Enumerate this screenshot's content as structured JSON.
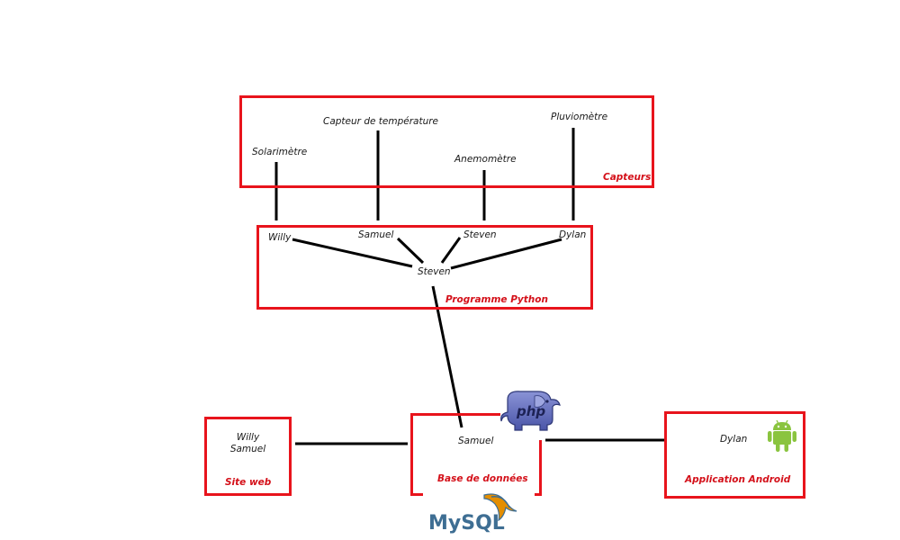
{
  "colors": {
    "box_border": "#e8141c",
    "box_label": "#d4111a",
    "line": "#000000"
  },
  "capteurs": {
    "title": "Capteurs",
    "solarimetre": "Solarimètre",
    "temperature": "Capteur de température",
    "anemometre": "Anemomètre",
    "pluviometre": "Pluviomètre"
  },
  "python": {
    "title": "Programme Python",
    "willy": "Willy",
    "samuel": "Samuel",
    "steven_top": "Steven",
    "dylan": "Dylan",
    "steven_center": "Steven"
  },
  "site_web": {
    "title": "Site web",
    "line1": "Willy",
    "line2": "Samuel"
  },
  "database": {
    "title": "Base de données",
    "name": "Samuel"
  },
  "android": {
    "title": "Application Android",
    "name": "Dylan"
  },
  "logos": {
    "php_text": "php",
    "mysql_text": "MySQL",
    "php_icon": "php-elephant-icon",
    "android_icon": "android-robot-icon",
    "mysql_icon": "mysql-dolphin-icon"
  }
}
